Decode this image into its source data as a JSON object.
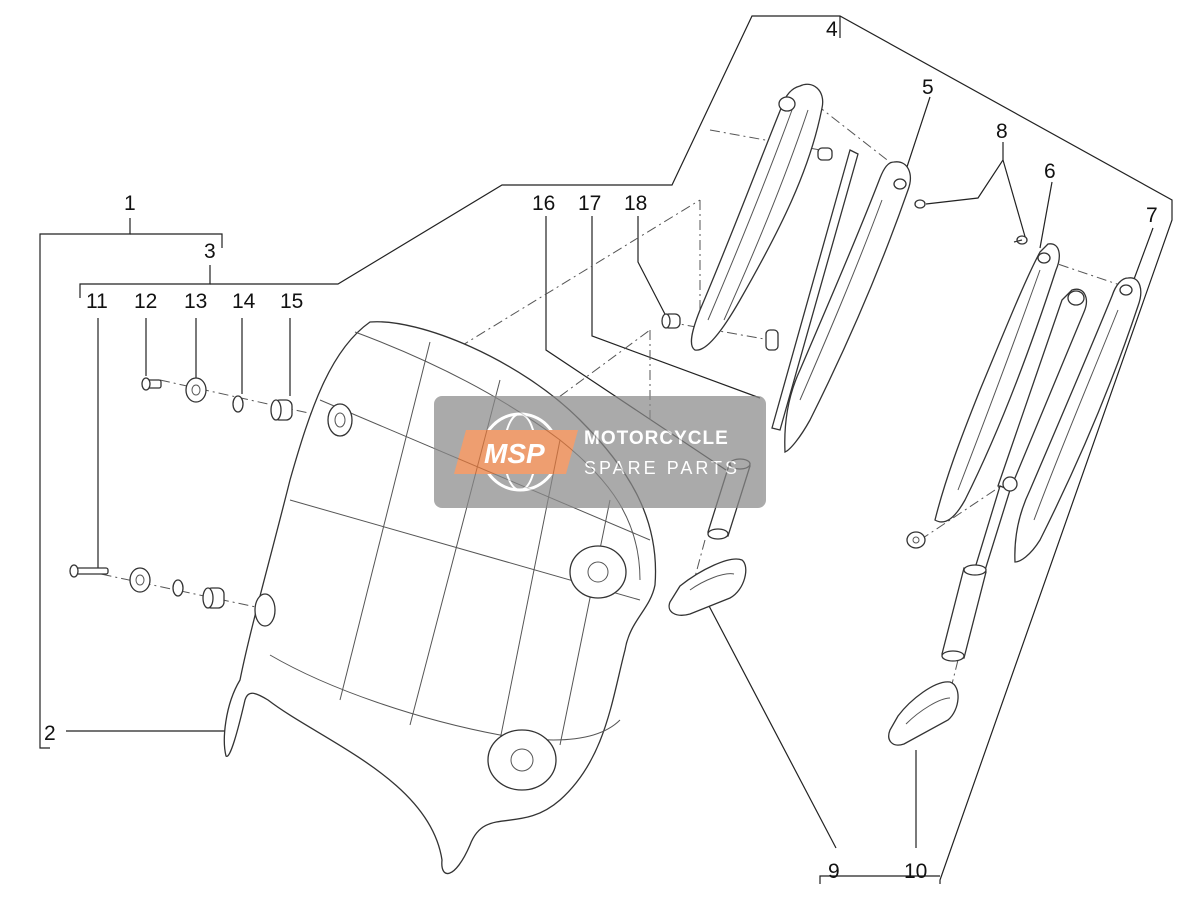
{
  "diagram": {
    "callouts": [
      "1",
      "2",
      "3",
      "4",
      "5",
      "6",
      "7",
      "8",
      "9",
      "10",
      "11",
      "12",
      "13",
      "14",
      "15",
      "16",
      "17",
      "18"
    ]
  },
  "watermark": {
    "logo_text": "MSP",
    "line1": "MOTORCYCLE",
    "line2": "SPARE PARTS",
    "colors": {
      "box": "#8a8a8a",
      "accent": "#e8793a",
      "text": "#ffffff"
    }
  }
}
